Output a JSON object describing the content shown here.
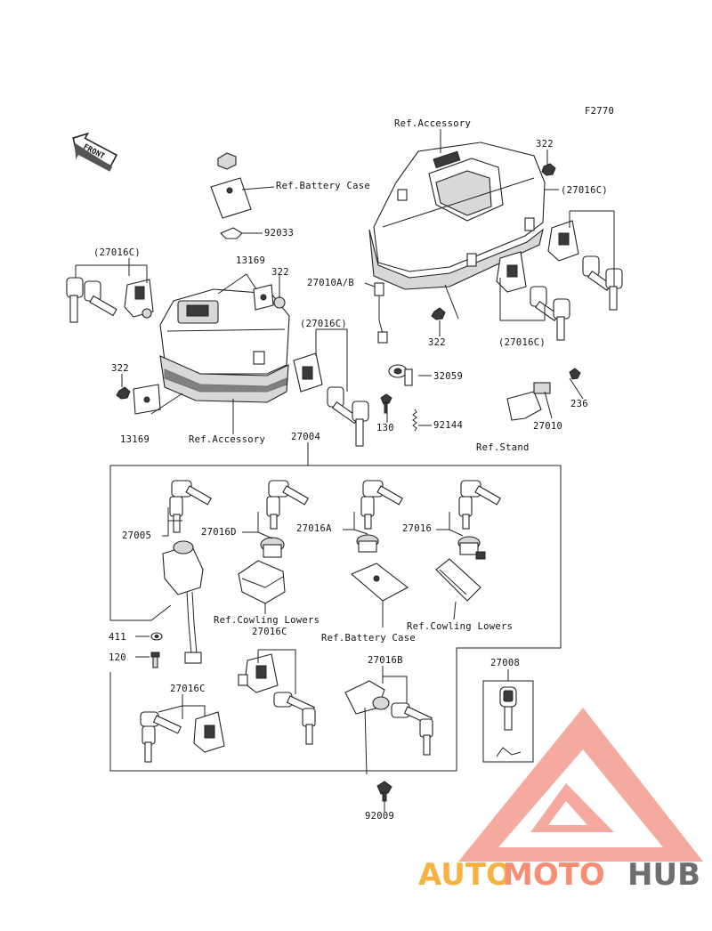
{
  "diagram": {
    "figure_code": "F2770",
    "front_marker": "FRONT",
    "labels": {
      "ref_accessory_top": "Ref.Accessory",
      "ref_battery_case_top": "Ref.Battery Case",
      "ref_accessory_left": "Ref.Accessory",
      "ref_stand": "Ref.Stand",
      "ref_cowling_lowers_1": "Ref.Cowling Lowers",
      "ref_cowling_lowers_2": "Ref.Cowling Lowers",
      "ref_battery_case_bottom": "Ref.Battery Case",
      "p322_a": "322",
      "p27016C_a": "(27016C)",
      "p92033": "92033",
      "p27016C_b": "(27016C)",
      "p13169_a": "13169",
      "p322_b": "322",
      "p27010AB": "27010A/B",
      "p27016C_c": "(27016C)",
      "p322_c": "322",
      "p27016C_d": "(27016C)",
      "p32059": "32059",
      "p322_d": "322",
      "p236": "236",
      "p13169_b": "13169",
      "p130": "130",
      "p92144": "92144",
      "p27010": "27010",
      "p27004": "27004",
      "p27005": "27005",
      "p27016D": "27016D",
      "p27016A": "27016A",
      "p27016": "27016",
      "p411": "411",
      "p120": "120",
      "p27016C_e": "27016C",
      "p27016B": "27016B",
      "p27008": "27008",
      "p27016C_f": "27016C",
      "p92009": "92009"
    }
  },
  "watermark": {
    "part1": "AUTO",
    "part2": "MOTO",
    "part3": "HUB",
    "color1": "#f5a623",
    "color2": "#f47b5e",
    "color3": "#555555",
    "triangle_color": "#f07a6a"
  }
}
